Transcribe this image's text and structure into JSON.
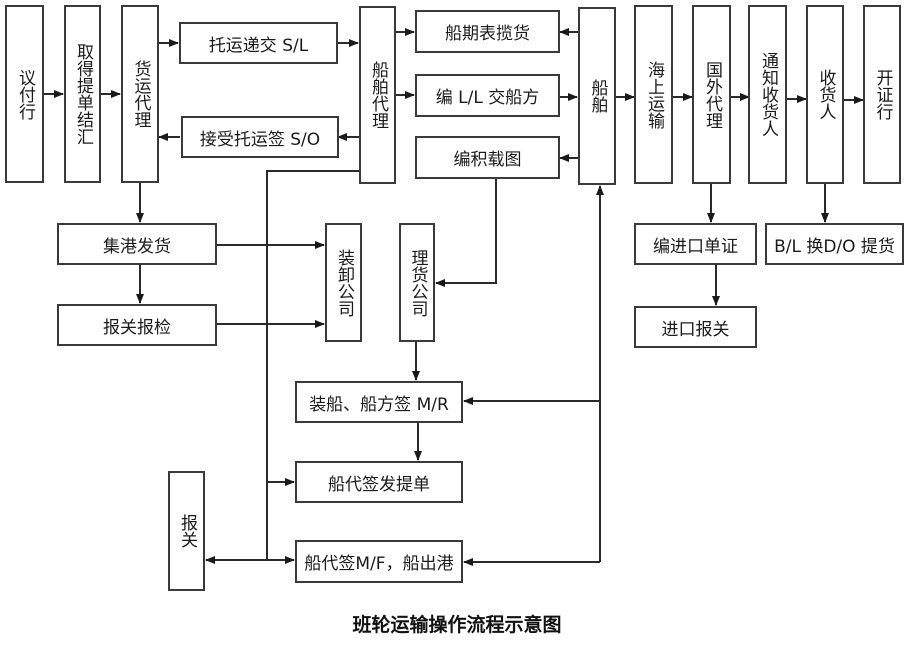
{
  "diagram": {
    "title": "班轮运输操作流程示意图",
    "nodes": {
      "bank_negotiation": "议付行",
      "obtain_bl_settle": "取得提单结汇",
      "freight_forwarder": "货运代理",
      "submit_sl": "托运递交 S/L",
      "receive_so": "接受托运签 S/O",
      "ship_agent": "船舶代理",
      "sailing_schedule": "船期表揽货",
      "compile_ll": "编 L/L 交船方",
      "stowage_plan": "编积载图",
      "vessel": "船舶",
      "ocean_transport": "海上运输",
      "foreign_agent": "国外代理",
      "notify_consignee": "通知收货人",
      "consignee": "收货人",
      "issuing_bank": "开证行",
      "port_delivery": "集港发货",
      "customs_inspection": "报关报检",
      "stevedore_company": "装卸公司",
      "tally_company": "理货公司",
      "loading_mr": "装船、船方签 M/R",
      "issue_bl": "船代签发提单",
      "customs": "报关",
      "sign_mf_depart": "船代签M/F，船出港",
      "import_docs": "编进口单证",
      "exchange_bl_do": "B/L 换D/O 提货",
      "import_customs": "进口报关"
    },
    "edges": [
      [
        "bank_negotiation",
        "obtain_bl_settle"
      ],
      [
        "obtain_bl_settle",
        "freight_forwarder"
      ],
      [
        "freight_forwarder",
        "submit_sl"
      ],
      [
        "submit_sl",
        "ship_agent"
      ],
      [
        "ship_agent",
        "receive_so"
      ],
      [
        "receive_so",
        "freight_forwarder"
      ],
      [
        "ship_agent",
        "sailing_schedule"
      ],
      [
        "ship_agent",
        "compile_ll"
      ],
      [
        "vessel",
        "sailing_schedule"
      ],
      [
        "compile_ll",
        "vessel"
      ],
      [
        "vessel",
        "stowage_plan"
      ],
      [
        "vessel",
        "ocean_transport"
      ],
      [
        "ocean_transport",
        "foreign_agent"
      ],
      [
        "foreign_agent",
        "notify_consignee"
      ],
      [
        "notify_consignee",
        "consignee"
      ],
      [
        "consignee",
        "issuing_bank"
      ],
      [
        "foreign_agent",
        "import_docs"
      ],
      [
        "import_docs",
        "import_customs"
      ],
      [
        "consignee",
        "exchange_bl_do"
      ],
      [
        "freight_forwarder",
        "port_delivery"
      ],
      [
        "port_delivery",
        "customs_inspection"
      ],
      [
        "port_delivery",
        "stevedore_company"
      ],
      [
        "customs_inspection",
        "stevedore_company"
      ],
      [
        "stowage_plan",
        "tally_company"
      ],
      [
        "tally_company",
        "loading_mr"
      ],
      [
        "loading_mr",
        "issue_bl"
      ],
      [
        "vessel",
        "loading_mr"
      ],
      [
        "vessel",
        "sign_mf_depart"
      ],
      [
        "ship_agent",
        "issue_bl"
      ],
      [
        "ship_agent",
        "sign_mf_depart"
      ],
      [
        "ship_agent",
        "customs"
      ]
    ]
  }
}
